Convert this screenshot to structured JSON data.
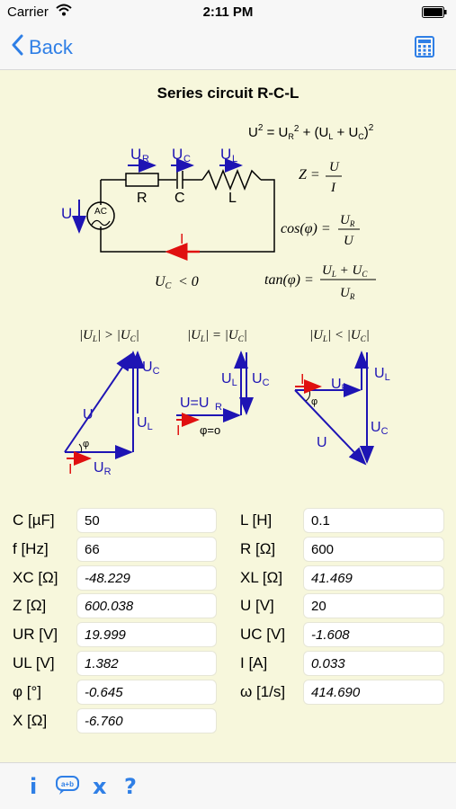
{
  "status": {
    "carrier": "Carrier",
    "time": "2:11 PM"
  },
  "nav": {
    "back_label": "Back"
  },
  "title": "Series circuit R-C-L",
  "circuit": {
    "ur": "U",
    "ur_sub": "R",
    "uc": "U",
    "uc_sub": "C",
    "ul": "U",
    "ul_sub": "L",
    "r": "R",
    "c": "C",
    "l": "L",
    "ac": "AC",
    "u": "U",
    "i": "I",
    "uc_cond": "< 0"
  },
  "formulas": {
    "z_lhs": "Z =",
    "z_num": "U",
    "z_den": "I",
    "cos_lhs": "cos(φ) =",
    "tan_lhs": "tan(φ) ="
  },
  "phasor": {
    "cond1": "|U_L| > |U_C|",
    "cond2": "|U_L| = |U_C|",
    "cond3": "|U_L| < |U_C|",
    "u": "U",
    "phi": "φ",
    "i": "I",
    "u_eq_ur": "U=U",
    "phi_zero": "φ=o"
  },
  "fields": {
    "left": [
      {
        "label": "C [µF]",
        "value": "50",
        "italic": false
      },
      {
        "label": "f [Hz]",
        "value": "66",
        "italic": false
      },
      {
        "label": "XC [Ω]",
        "value": "-48.229",
        "italic": true
      },
      {
        "label": "Z [Ω]",
        "value": "600.038",
        "italic": true
      },
      {
        "label": "UR [V]",
        "value": "19.999",
        "italic": true
      },
      {
        "label": "UL [V]",
        "value": "1.382",
        "italic": true
      },
      {
        "label": "φ [°]",
        "value": "-0.645",
        "italic": true
      },
      {
        "label": "X [Ω]",
        "value": "-6.760",
        "italic": true
      }
    ],
    "right": [
      {
        "label": "L [H]",
        "value": "0.1",
        "italic": false
      },
      {
        "label": "R [Ω]",
        "value": "600",
        "italic": false
      },
      {
        "label": "XL [Ω]",
        "value": "41.469",
        "italic": true
      },
      {
        "label": "U [V]",
        "value": "20",
        "italic": false
      },
      {
        "label": "UC [V]",
        "value": "-1.608",
        "italic": true
      },
      {
        "label": "I [A]",
        "value": "0.033",
        "italic": true
      },
      {
        "label": "ω [1/s]",
        "value": "414.690",
        "italic": true
      }
    ]
  },
  "tabbar": {
    "info": "i",
    "formula_icon": "a+b",
    "clear": "x",
    "help": "?"
  },
  "colors": {
    "accent": "#2f7fe6",
    "vector": "#1e14b4",
    "current": "#e01010",
    "bg": "#f7f7dc"
  }
}
